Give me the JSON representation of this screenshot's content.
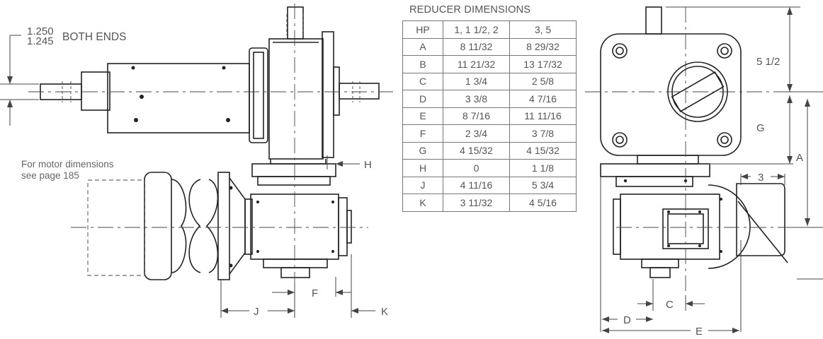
{
  "labels": {
    "shaft_top": "1.250",
    "shaft_bottom": "1.245",
    "both_ends": "BOTH ENDS",
    "motor_note_line1": "For motor dimensions",
    "motor_note_line2": "see page 185",
    "dim_H": "H",
    "dim_F": "F",
    "dim_J": "J",
    "dim_K": "K",
    "dim_five_half": "5 1/2",
    "dim_G": "G",
    "dim_A": "A",
    "dim_3": "3",
    "dim_C": "C",
    "dim_D": "D",
    "dim_E": "E"
  },
  "table": {
    "title": "REDUCER DIMENSIONS",
    "header": [
      "HP",
      "1, 1 1/2, 2",
      "3, 5"
    ],
    "rows": [
      [
        "A",
        "8 11/32",
        "8 29/32"
      ],
      [
        "B",
        "11 21/32",
        "13 17/32"
      ],
      [
        "C",
        "1 3/4",
        "2 5/8"
      ],
      [
        "D",
        "3 3/8",
        "4 7/16"
      ],
      [
        "E",
        "8 7/16",
        "11 11/16"
      ],
      [
        "F",
        "2 3/4",
        "3 7/8"
      ],
      [
        "G",
        "4 15/32",
        "4 15/32"
      ],
      [
        "H",
        "0",
        "1 1/8"
      ],
      [
        "J",
        "4 11/16",
        "5 3/4"
      ],
      [
        "K",
        "3 11/32",
        "4 5/16"
      ]
    ]
  }
}
